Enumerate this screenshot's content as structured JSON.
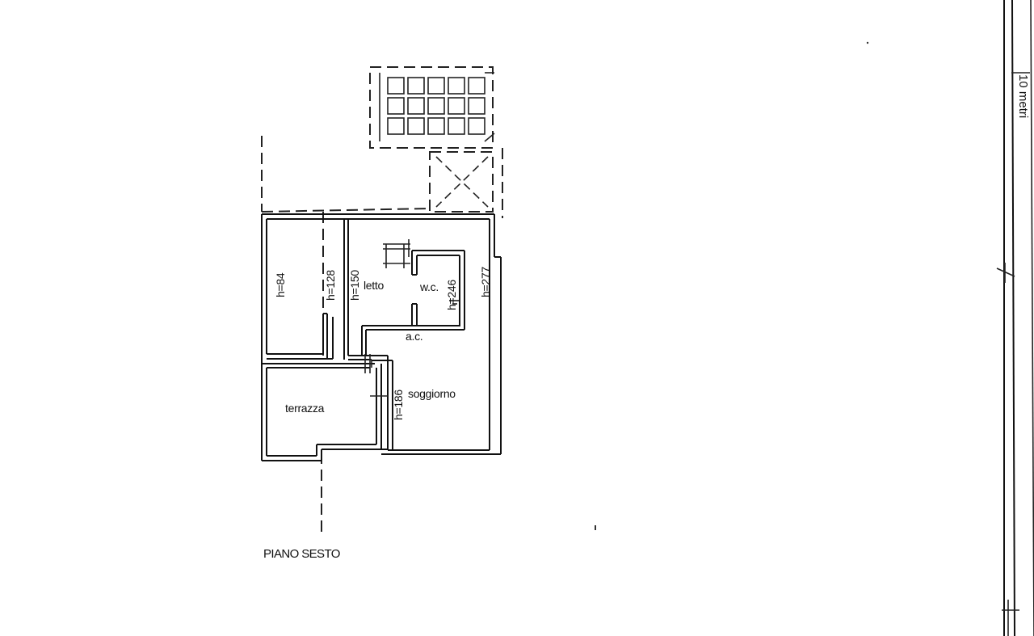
{
  "plan": {
    "title": "PIANO SESTO",
    "rooms": {
      "letto": "letto",
      "wc": "w.c.",
      "ac": "a.c.",
      "soggiorno": "soggiorno",
      "terrazza": "terrazza"
    },
    "heights": {
      "h84": "h=84",
      "h128": "h=128",
      "h150": "h=150",
      "h246": "h=246",
      "h277": "h=277",
      "h186": "h=186"
    }
  },
  "scale": {
    "label": "10 metri"
  }
}
